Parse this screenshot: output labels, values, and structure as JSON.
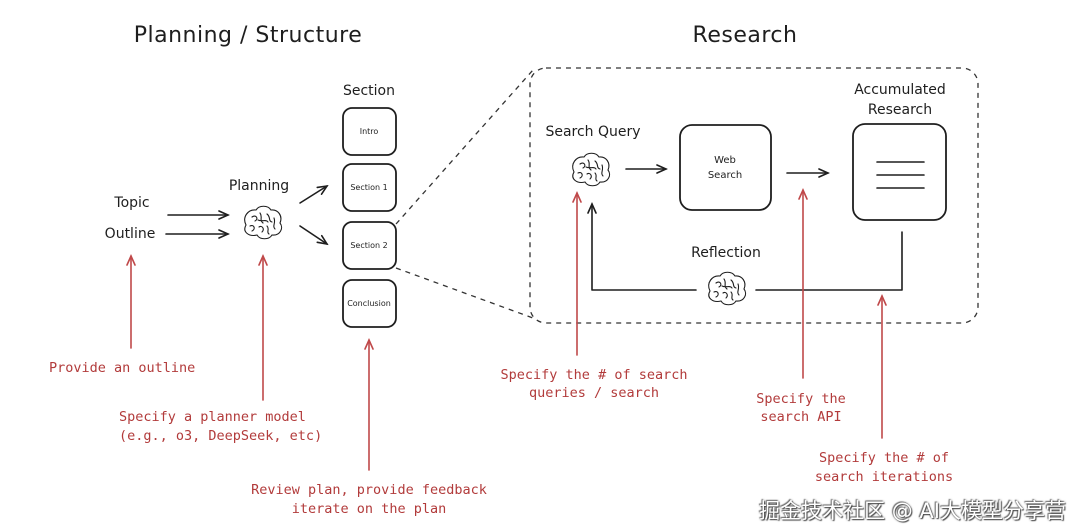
{
  "headings": {
    "planning": "Planning / Structure",
    "research": "Research"
  },
  "planning": {
    "inputs": [
      "Topic",
      "Outline"
    ],
    "planner_label": "Planning",
    "planner_icon": "brain-icon",
    "sections_label": "Section",
    "sections": [
      "Intro",
      "Section 1",
      "Section 2",
      "Conclusion"
    ]
  },
  "research": {
    "search_query_label": "Search Query",
    "search_query_icon": "brain-icon",
    "web_search_label": [
      "Web",
      "Search"
    ],
    "accumulated_label": [
      "Accumulated",
      "Research"
    ],
    "accumulated_icon": "document-lines-icon",
    "reflection_label": "Reflection",
    "reflection_icon": "brain-icon"
  },
  "annotations": {
    "outline": "Provide an outline",
    "planner_model": [
      "Specify a planner model",
      "(e.g., o3, DeepSeek, etc)"
    ],
    "review_plan": [
      "Review plan, provide feedback",
      "iterate on the plan"
    ],
    "num_queries": [
      "Specify the # of search",
      "queries / search"
    ],
    "search_api": [
      "Specify the",
      "search API"
    ],
    "num_iterations": [
      "Specify the # of",
      "search iterations"
    ]
  },
  "colors": {
    "ink": "#1e1e1e",
    "annotation": "#b23b3b"
  },
  "watermark": "掘金技术社区 @ AI大模型分享营"
}
